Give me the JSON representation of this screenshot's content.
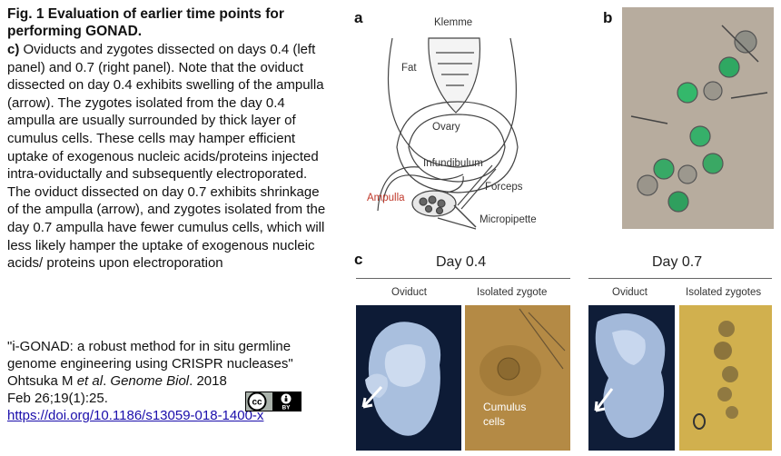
{
  "figure": {
    "title": "Fig. 1 Evaluation of earlier time points for performing GONAD.",
    "caption_label": "c)",
    "caption_text": " Oviducts and zygotes dissected on days 0.4 (left panel) and 0.7 (right panel). Note that the oviduct dissected on day 0.4 exhibits swelling of the ampulla (arrow). The zygotes isolated from the day 0.4 ampulla are usually surrounded by thick layer of cumulus cells. These cells may hamper efficient uptake of exogenous nucleic acids/proteins injected intra-oviductally and subsequently electroporated. The oviduct dissected on day 0.7 exhibits shrinkage of the ampulla (arrow), and zygotes isolated from the day 0.7 ampulla have fewer cumulus cells, which will less likely hamper the uptake of exogenous nucleic acids/ proteins upon electroporation"
  },
  "citation": {
    "title": "\"i-GONAD: a robust method for in situ germline genome engineering using CRISPR nucleases\"",
    "authors": "Ohtsuka M ",
    "etal": "et al",
    "journal_sep": ". ",
    "journal": "Genome Biol",
    "year": ". 2018",
    "date": "Feb 26;19(1):25.",
    "doi": "https://doi.org/10.1186/s13059-018-1400-x",
    "license_cc": "cc",
    "license_by": "BY"
  },
  "panel_a": {
    "letter": "a",
    "labels": {
      "klemme": "Klemme",
      "fat": "Fat",
      "ovary": "Ovary",
      "infundibulum": "Infundibulum",
      "ampulla": "Ampulla",
      "forceps": "Forceps",
      "micropipette": "Micropipette"
    }
  },
  "panel_b": {
    "letter": "b"
  },
  "panel_c": {
    "letter": "c",
    "day1": "Day 0.4",
    "day2": "Day 0.7",
    "oviduct": "Oviduct",
    "zygote1": "Isolated zygote",
    "zygote2": "Isolated zygotes",
    "cumulus_line1": "Cumulus",
    "cumulus_line2": "cells"
  },
  "colors": {
    "ampulla_label": "#c0392b",
    "gfp_green": "#3cb371",
    "link": "#1a0dab"
  }
}
